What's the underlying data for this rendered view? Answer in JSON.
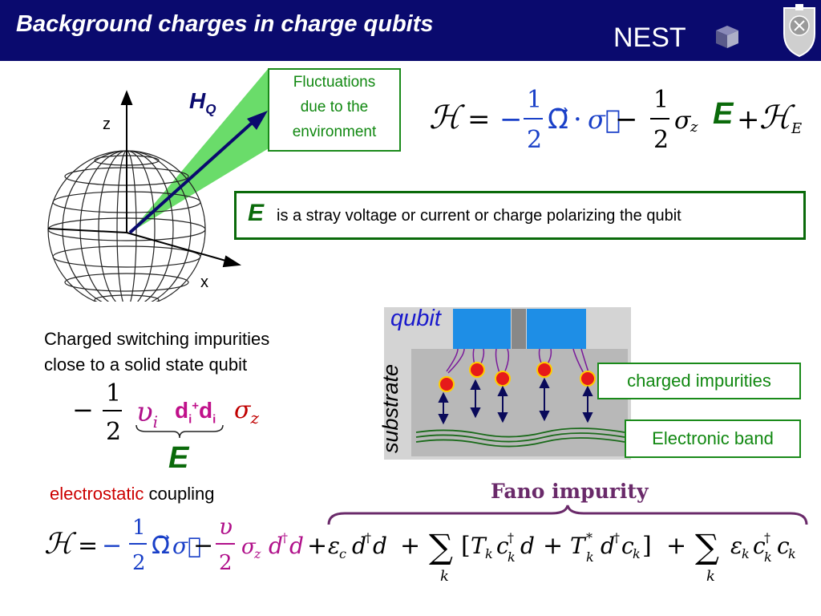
{
  "header": {
    "title": "Background charges in charge qubits",
    "logo_text": "NEST",
    "colors": {
      "bar": "#0a0a6e",
      "text": "#ffffff"
    }
  },
  "bloch": {
    "hq_label": "H",
    "hq_sub": "Q",
    "axis_z": "z",
    "axis_x": "x"
  },
  "fluctuations": {
    "lines": [
      "Fluctuations",
      "due to the",
      "environment"
    ]
  },
  "hamiltonian_top": {
    "H": "ℋ",
    "eq": "=",
    "minus": "−",
    "one": "1",
    "two": "2",
    "omega": "Ω⃗",
    "cdot": "·",
    "sigma_vec": "σ⃗",
    "sigma_z": "σ",
    "z_sub": "z",
    "E": "E",
    "plus": "+",
    "HE": "ℋ",
    "HE_sub": "E"
  },
  "e_box": {
    "E": "E",
    "text": "is a stray voltage or current or charge polarizing the qubit"
  },
  "impurities": {
    "line1": "Charged switching impurities",
    "line2": "close to a solid state qubit",
    "minus": "−",
    "one": "1",
    "two": "2",
    "upsilon": "υ",
    "upsilon_sub": "i",
    "d": "d",
    "d_sub": "i",
    "d_sup": "+",
    "d2": "d",
    "d2_sub": "i",
    "sigma": "σ",
    "sigma_sub": "z",
    "E": "E",
    "electro_red": "electrostatic",
    "electro_black": " coupling"
  },
  "diagram": {
    "qubit": "qubit",
    "substrate": "substrate",
    "charged_impurities": "charged impurities",
    "electronic_band": "Electronic band"
  },
  "fano": {
    "label": "Fano impurity"
  },
  "hamiltonian_bottom": {
    "H": "ℋ",
    "eq": "=",
    "minus": "−",
    "one": "1",
    "two": "2",
    "omega": "Ω⃗",
    "sigma_vec": "σ⃗",
    "upsilon": "υ",
    "sigma_z": "σ",
    "z_sub": "z",
    "ddag": "d",
    "dag": "†",
    "d": "d",
    "plus": "+",
    "eps": "ε",
    "c_sub": "c",
    "sum": "∑",
    "k_sub": "k",
    "lbr": "[",
    "T": "T",
    "c": "c",
    "star": "*",
    "rbr": "]"
  }
}
